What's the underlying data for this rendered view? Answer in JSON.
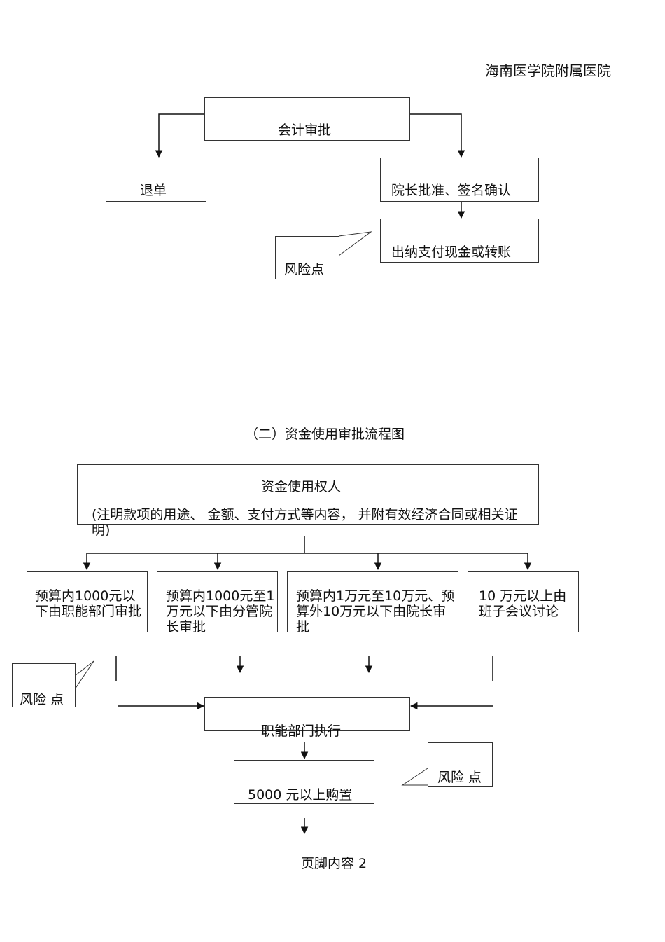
{
  "header": {
    "org": "海南医学院附属医院"
  },
  "flow1": {
    "accounting": "会计审批",
    "reject": "退单",
    "president": "院长批准、签名确认",
    "cashier": "出纳支付现金或转账",
    "risk": "风险点"
  },
  "section2": {
    "title": "（二）资金使用审批流程图"
  },
  "flow2": {
    "applicant_title": "资金使用权人",
    "applicant_note": "(注明款项的用途、 金额、支付方式等内容， 并附有效经济合同或相关证明)",
    "branch1": "预算内1000元以下由职能部门审批",
    "branch2": "预算内1000元至1万元以下由分管院长审批",
    "branch3": "预算内1万元至10万元、预算外10万元以下由院长审批",
    "branch4": "10 万元以上由班子会议讨论",
    "risk_left": "风险 点",
    "execute": "职能部门执行",
    "purchase": "5000 元以上购置",
    "risk_right": "风险 点"
  },
  "footer": {
    "text": "页脚内容 2"
  }
}
